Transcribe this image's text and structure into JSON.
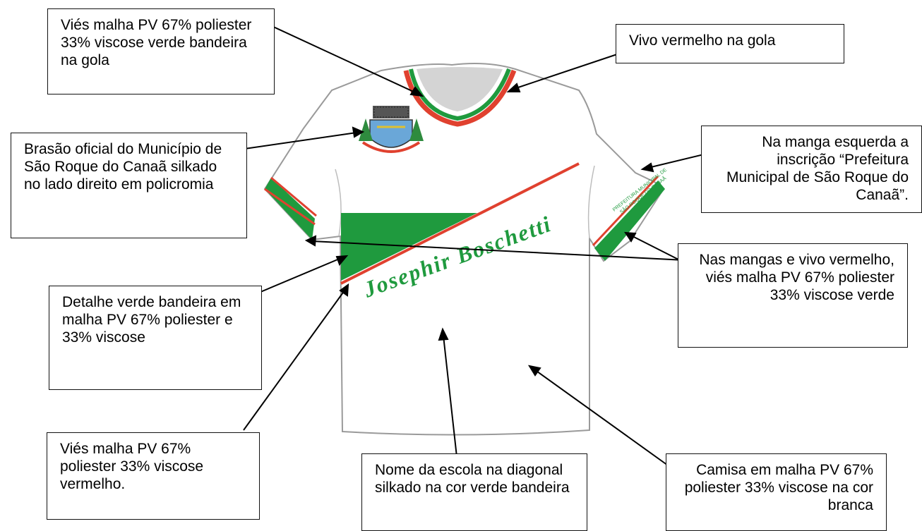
{
  "labels": {
    "gola_vies": "Viés malha PV 67% poliester 33% viscose verde bandeira na gola",
    "gola_vivo": "Vivo vermelho na gola",
    "brasao": "Brasão oficial do Município de São Roque do Canaã silkado no lado direito em policromia",
    "manga_esquerda": "Na manga esquerda a inscrição “Prefeitura Municipal de São Roque do Canaã”.",
    "mangas": "Nas mangas e vivo vermelho, viés malha PV 67% poliester 33% viscose verde",
    "detalhe_verde": "Detalhe verde bandeira em malha PV 67% poliester e 33% viscose",
    "vies_vermelho": "Viés malha PV 67% poliester 33% viscose vermelho.",
    "nome_escola": "Nome da escola na diagonal silkado na cor verde bandeira",
    "camisa": "Camisa em malha PV 67% poliester 33% viscose na cor branca"
  },
  "shirt": {
    "school_name": "Josephir Boschetti",
    "sleeve_text_line1": "PREFEITURA MUNICIPAL DE",
    "sleeve_text_line2": "SÃO ROQUE DO CANAÃ"
  },
  "colors": {
    "green": "#1f9a3e",
    "red": "#e0412f",
    "outline": "#9a9a9a",
    "collar_inner": "#d4d4d4"
  }
}
